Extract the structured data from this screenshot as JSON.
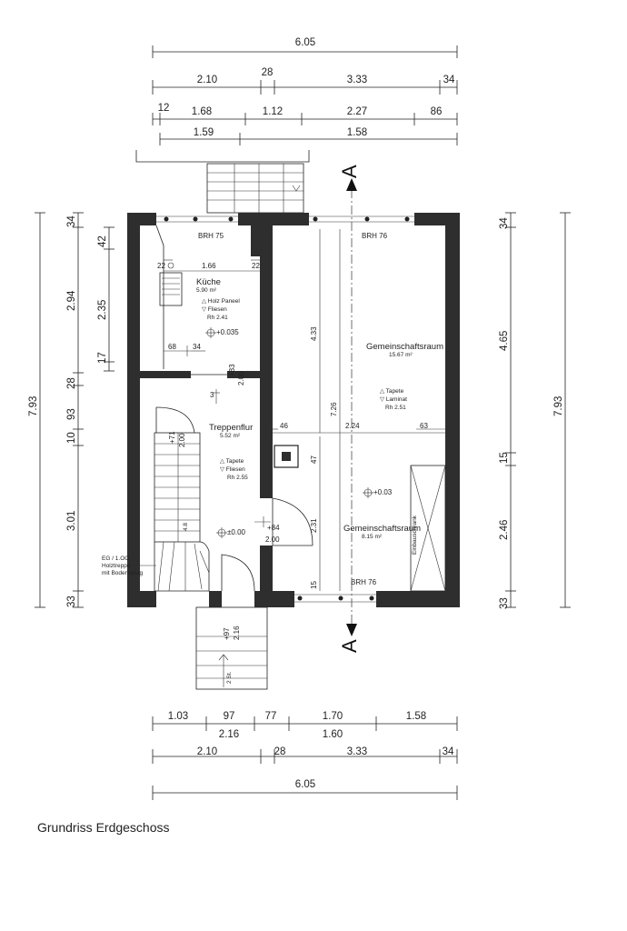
{
  "caption": "Grundriss Erdgeschoss",
  "top_dimensions": {
    "overall": "6.05",
    "row2": [
      "2.10",
      "28",
      "3.33",
      "34"
    ],
    "row3": [
      "12",
      "1.68",
      "1.12",
      "2.27",
      "86"
    ],
    "row4": [
      "1.59",
      "1.58"
    ]
  },
  "bottom_dimensions": {
    "row1": [
      "1.03",
      "97",
      "77",
      "1.70",
      "1.58"
    ],
    "row2": [
      "2.16",
      "1.60"
    ],
    "row3": [
      "2.10",
      "28",
      "3.33",
      "34"
    ],
    "overall": "6.05"
  },
  "left_dimensions": {
    "overall": "7.93",
    "col2": [
      "34",
      "2.94",
      "28",
      "93",
      "10",
      "3.01",
      "33"
    ],
    "col3": [
      "42",
      "2.35",
      "17"
    ]
  },
  "right_dimensions": {
    "overall": "7.93",
    "col": [
      "34",
      "4.65",
      "15",
      "2.46",
      "33"
    ]
  },
  "rooms": {
    "kueche": {
      "name": "Küche",
      "area": "5.90 m²",
      "ceiling": "△ Holz Paneel",
      "floor": "▽ Fliesen",
      "height": "Rh 2.41",
      "level": "+0.035"
    },
    "treppenflur": {
      "name": "Treppenflur",
      "area": "5.52 m²",
      "ceiling": "△ Tapete",
      "floor": "▽ Fliesen",
      "height": "Rh 2.55",
      "level": "±0.00"
    },
    "gemeinschaftsraum1": {
      "name": "Gemeinschaftsraum",
      "area": "15.67 m²",
      "ceiling": "△ Tapete",
      "floor": "▽ Laminat",
      "height": "Rh 2.51"
    },
    "gemeinschaftsraum2": {
      "name": "Gemeinschaftsraum",
      "area": "8.15 m²",
      "level": "+0.03"
    }
  },
  "annotations": {
    "brh_kitchen": "BRH 75",
    "brh_room_top": "BRH 76",
    "brh_room_bottom": "BRH 76",
    "kitchen_width": "1.66",
    "k22a": "22",
    "k22b": "22",
    "k68": "68",
    "k34": "34",
    "door_kitchen_h": "+83",
    "door_kitchen_w": "2.00",
    "k3": "3",
    "stair_top_h": "+71",
    "stair_top_w": "2.00",
    "stair_mid": "4.8",
    "stair_note": [
      "EG / 1.OG",
      "Holztreppe",
      "mit Bodenbelag"
    ],
    "entry_door_h": "+84",
    "entry_door_w": "2.00",
    "front_door_h": "+97",
    "front_door_w": "2.16",
    "dim_433": "4.33",
    "dim_726": "7.26",
    "dim_46": "46",
    "dim_224": "2.24",
    "dim_63": "63",
    "dim_47": "47",
    "dim_231": "2.31",
    "dim_15": "15",
    "einbauschrank": "Einbauschrank",
    "section_top": "A",
    "section_bottom": "A",
    "step_label": "2 St."
  }
}
